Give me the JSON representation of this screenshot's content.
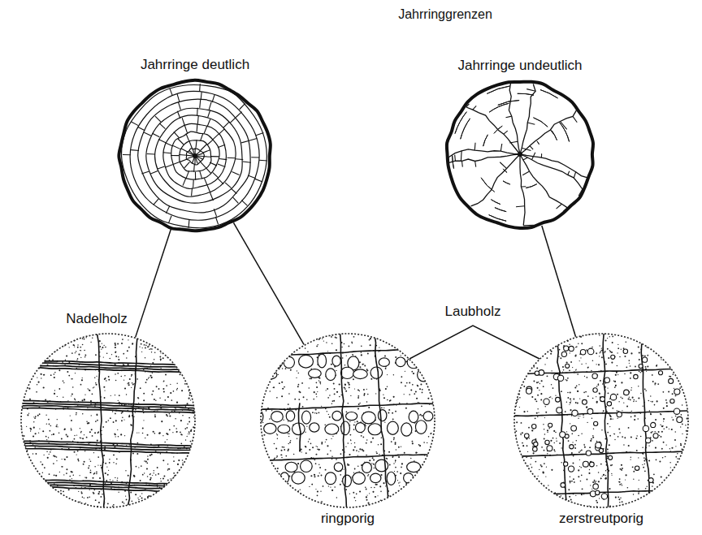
{
  "diagram": {
    "title": "Jahrringgrenzen",
    "nodes": [
      {
        "text": [
          "Jahrringe deutlich"
        ]
      },
      {
        "text": [
          "Jahrringe undeutlich"
        ]
      },
      {
        "text": [
          "Nadelholz"
        ]
      },
      {
        "text": [
          "ringporig"
        ]
      },
      {
        "text": [
          "zerstreutporig"
        ]
      }
    ],
    "edges": [
      {
        "from": 0,
        "to": 2,
        "arrow": "none"
      },
      {
        "from": 0,
        "to": 3,
        "arrow": "none"
      },
      {
        "from": 1,
        "to": 4,
        "arrow": "none"
      }
    ],
    "labels": [
      "Laubholz"
    ]
  }
}
